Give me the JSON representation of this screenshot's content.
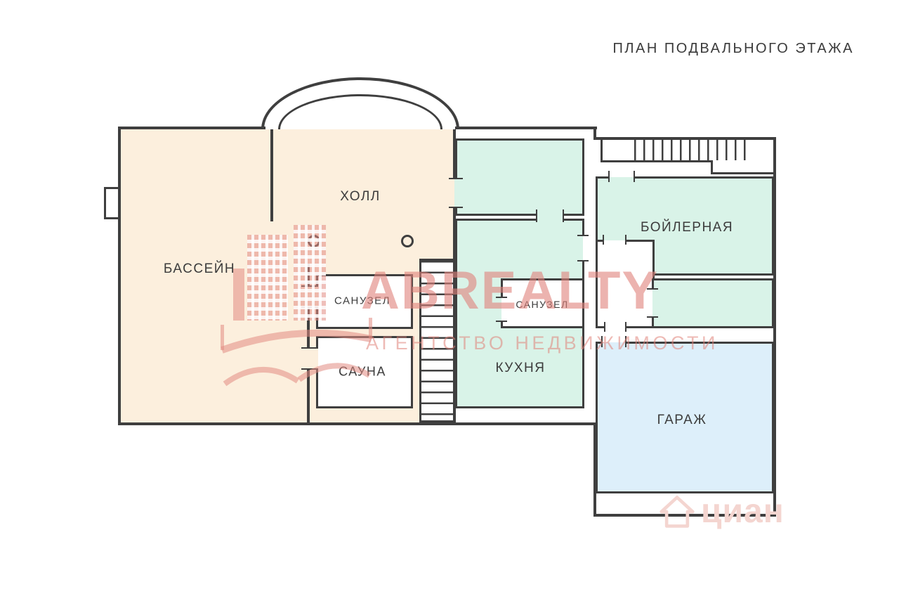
{
  "title": "ПЛАН ПОДВАЛЬНОГО ЭТАЖА",
  "rooms": {
    "pool": {
      "label": "БАССЕЙН"
    },
    "hall": {
      "label": "ХОЛЛ"
    },
    "bathroom_1": {
      "label": "САНУЗЕЛ"
    },
    "sauna": {
      "label": "САУНА"
    },
    "kitchen": {
      "label": "КУХНЯ"
    },
    "bathroom_2": {
      "label": "САНУЗЕЛ"
    },
    "boiler": {
      "label": "БОЙЛЕРНАЯ"
    },
    "garage": {
      "label": "ГАРАЖ"
    }
  },
  "watermarks": {
    "brand": "ABREALTY",
    "brand_subtitle": "АГЕНТСТВО НЕДВИЖИМОСТИ",
    "corner_brand": "циан"
  },
  "colors": {
    "wall": "#3f3f3f",
    "cream": "#fcefdd",
    "mint": "#d9f3e8",
    "blue": "#ddeffa",
    "wm": "#e2938c",
    "wm_pale": "#f4d5d0"
  }
}
